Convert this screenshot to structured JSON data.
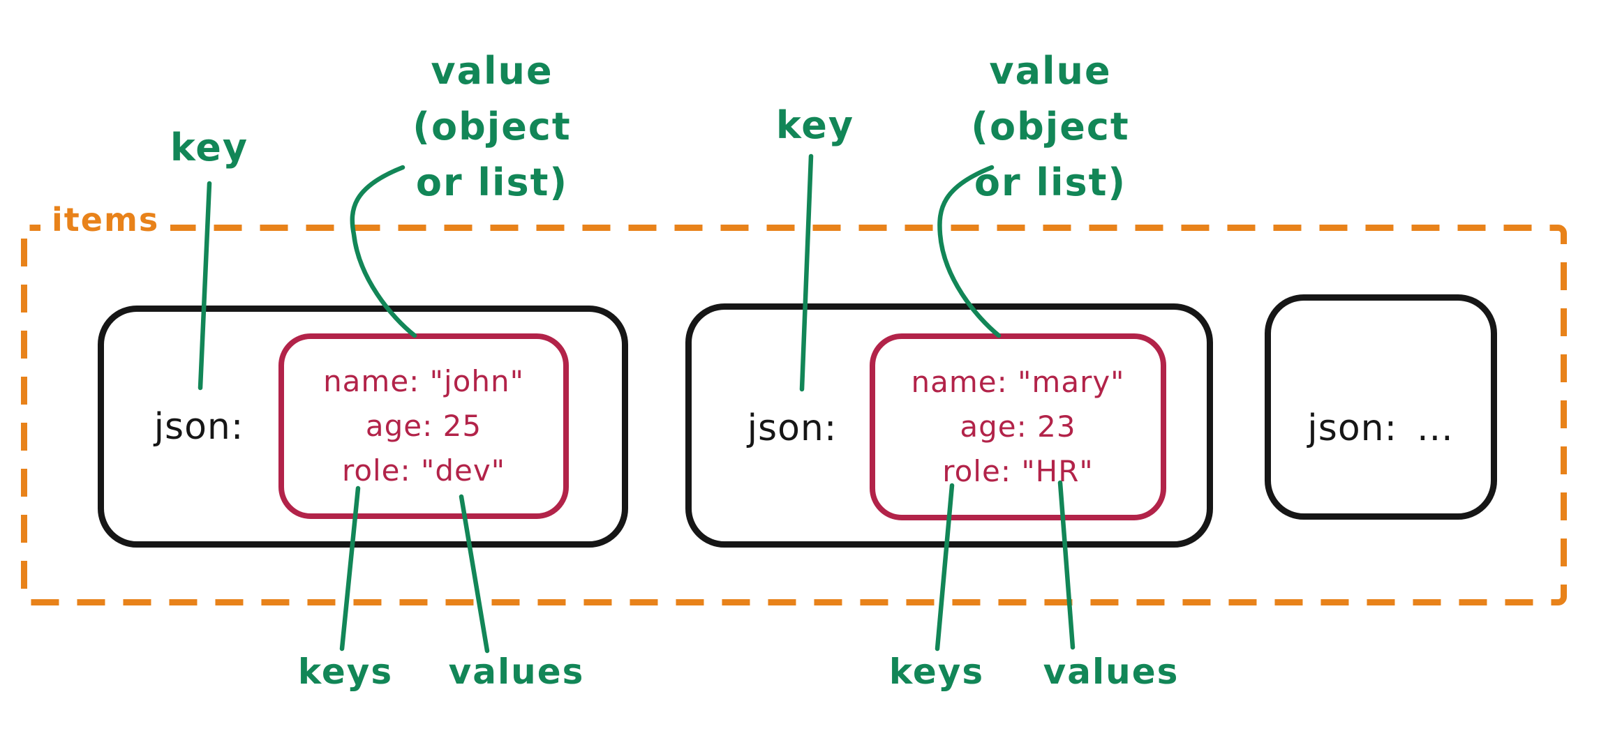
{
  "diagram": {
    "items_label": "items",
    "annotation_sets": [
      {
        "key": "key",
        "value_lines": [
          "value",
          "(object",
          "or list)"
        ],
        "keys": "keys",
        "values": "values"
      },
      {
        "key": "key",
        "value_lines": [
          "value",
          "(object",
          "or list)"
        ],
        "keys": "keys",
        "values": "values"
      }
    ],
    "cards": [
      {
        "key_label": "json:",
        "fields": [
          "name: \"john\"",
          "age: 25",
          "role: \"dev\""
        ]
      },
      {
        "key_label": "json:",
        "fields": [
          "name: \"mary\"",
          "age: 23",
          "role: \"HR\""
        ]
      },
      {
        "key_label": "json:",
        "ellipsis": "..."
      }
    ],
    "colors": {
      "orange": "#E8821A",
      "green": "#128657",
      "crimson": "#B22349",
      "ink": "#161616"
    }
  }
}
